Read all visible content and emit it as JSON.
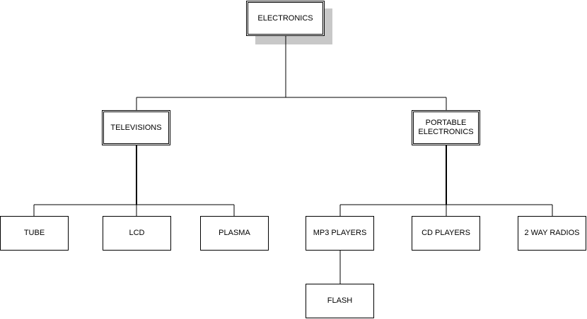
{
  "diagram": {
    "root": {
      "label": "ELECTRONICS"
    },
    "categories": [
      {
        "label": "TELEVISIONS",
        "children": [
          {
            "label": "TUBE"
          },
          {
            "label": "LCD"
          },
          {
            "label": "PLASMA"
          }
        ]
      },
      {
        "label": "PORTABLE\nELECTRONICS",
        "children": [
          {
            "label": "MP3 PLAYERS",
            "children": [
              {
                "label": "FLASH"
              }
            ]
          },
          {
            "label": "CD PLAYERS"
          },
          {
            "label": "2 WAY RADIOS"
          }
        ]
      }
    ]
  },
  "colors": {
    "line": "#000000",
    "shadow": "#c8c8c8",
    "box_fill": "#ffffff"
  }
}
